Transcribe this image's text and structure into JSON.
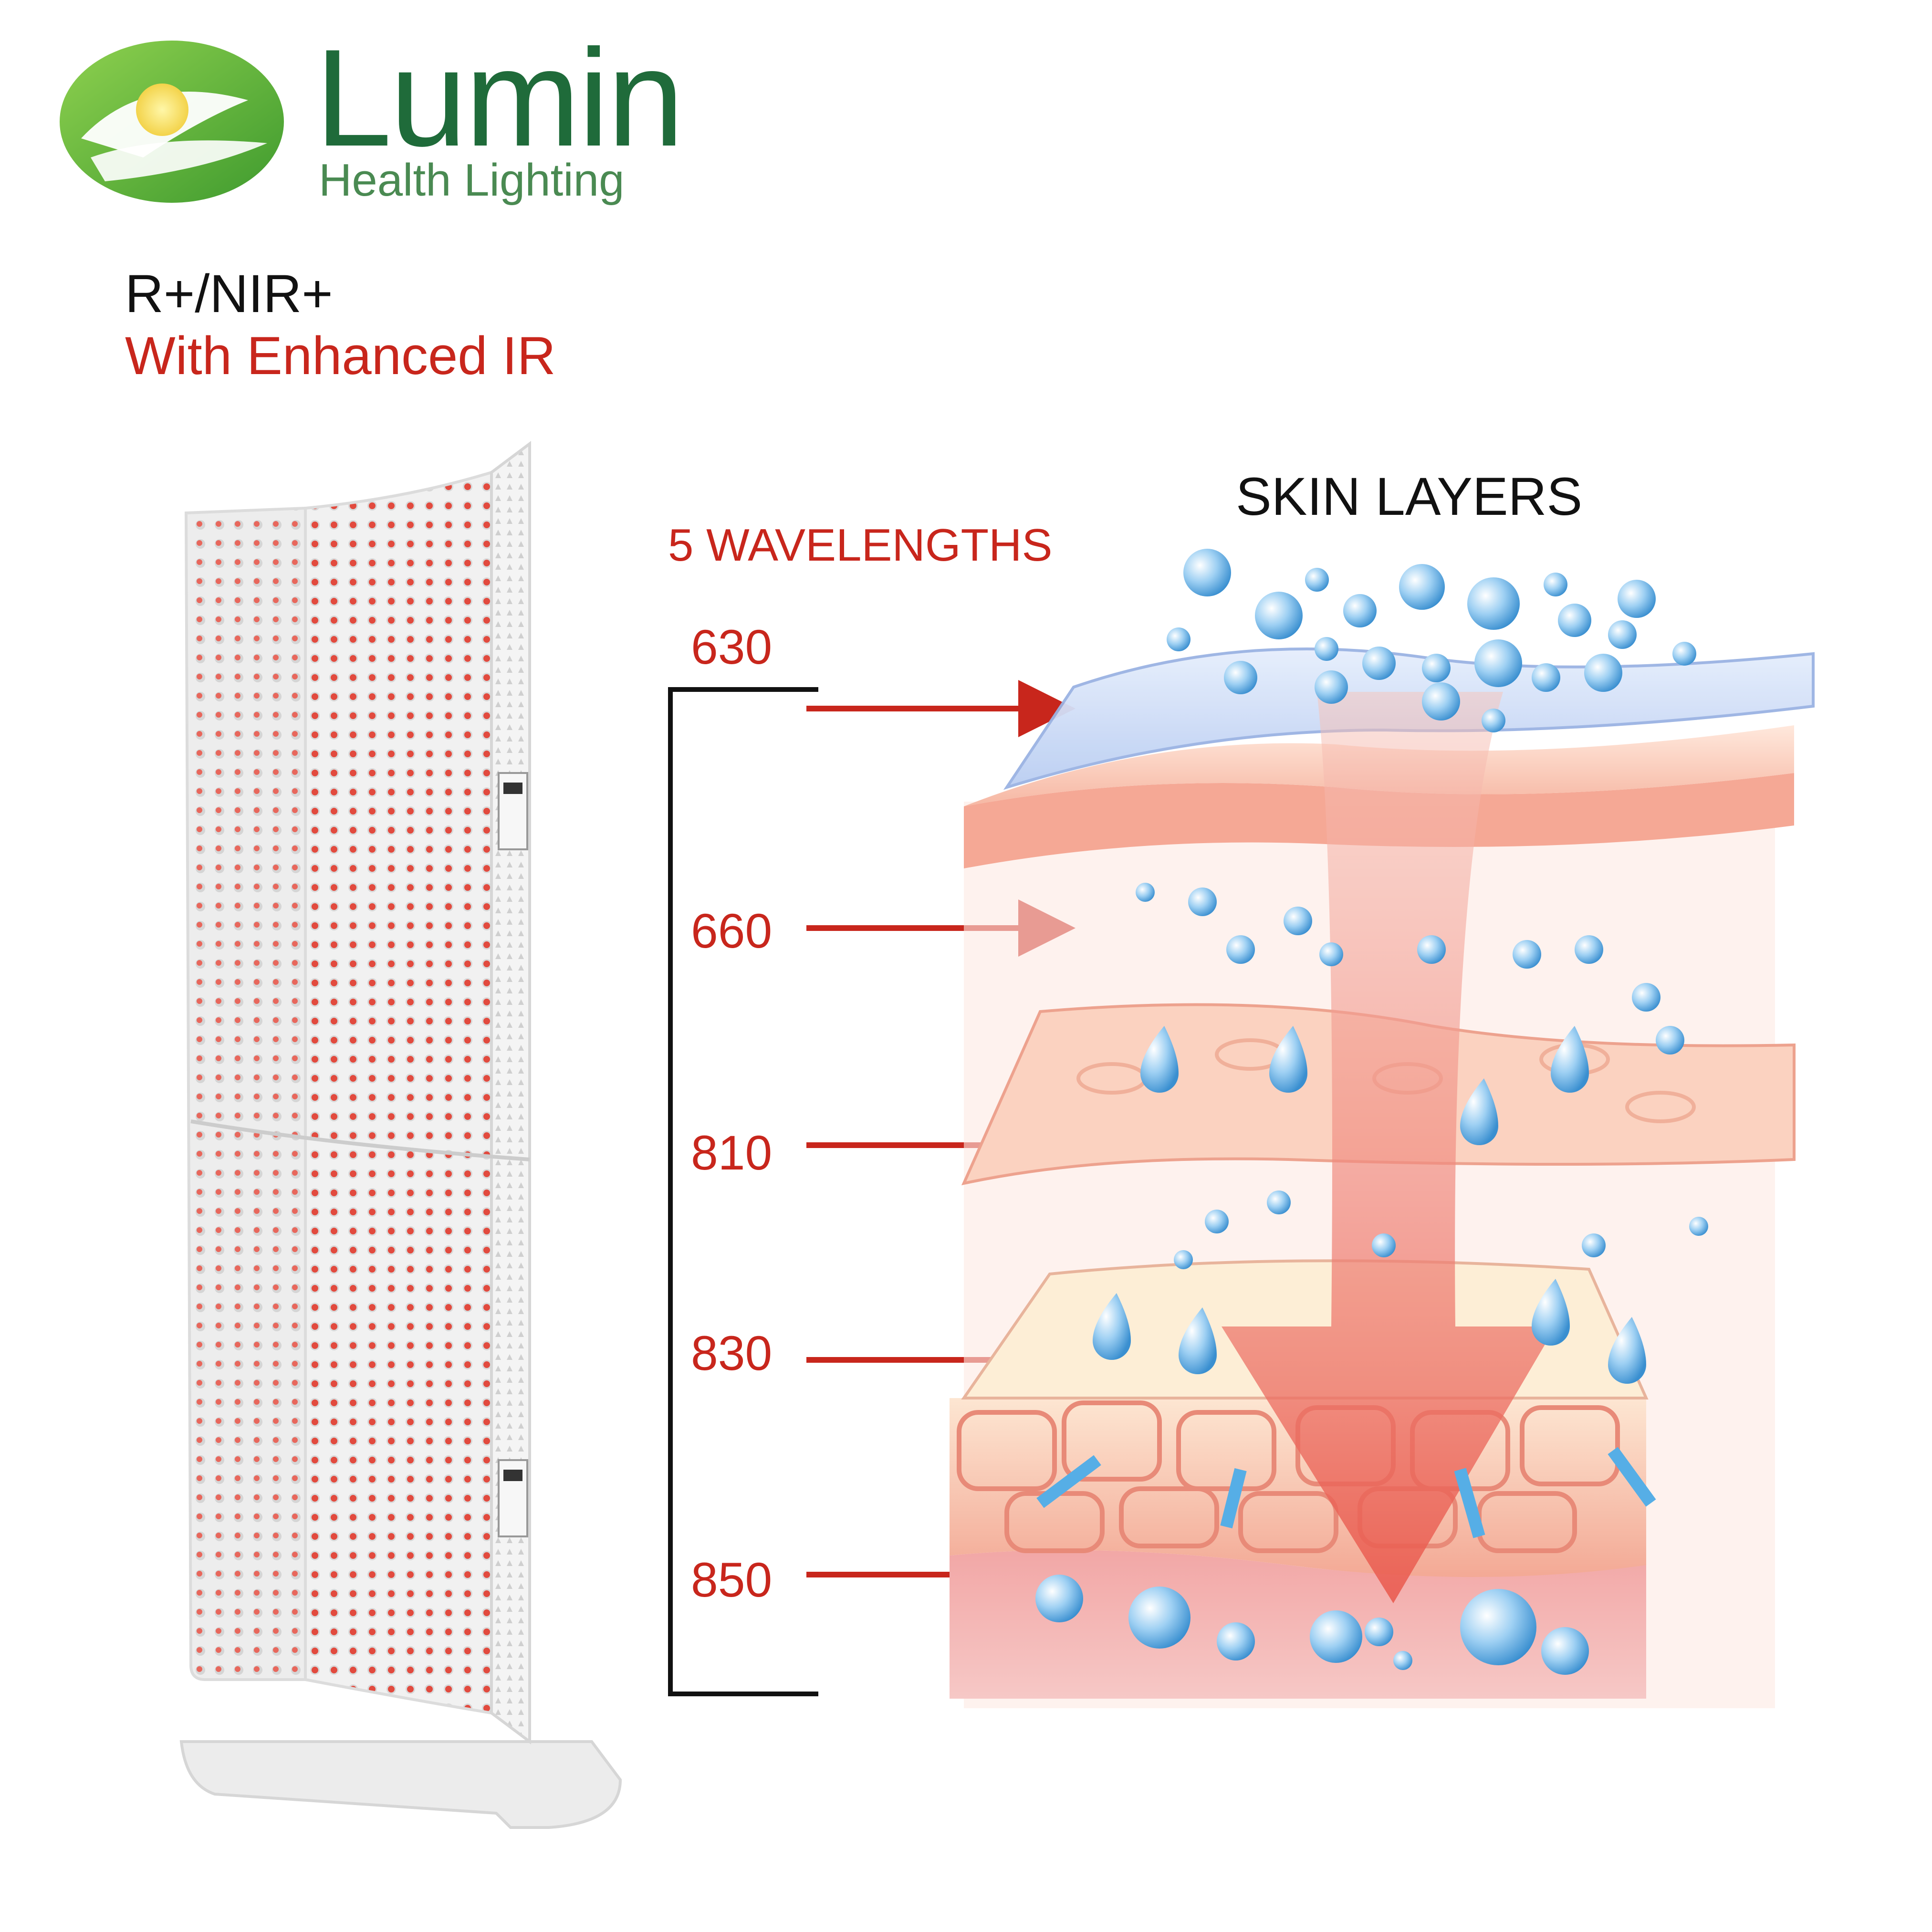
{
  "brand": {
    "name": "Lumin",
    "tagline": "Health Lighting"
  },
  "product": {
    "line1": "R+/NIR+",
    "line2": "With Enhanced IR"
  },
  "diagram": {
    "title": "SKIN LAYERS",
    "wavelengths_title": "5 WAVELENGTHS",
    "wavelengths": [
      "630",
      "660",
      "810",
      "830",
      "850"
    ]
  },
  "colors": {
    "brand_green": "#1f6b3a",
    "accent_red": "#c8261c",
    "arrow_red": "#c8261c",
    "bubble_blue": "#5aa8e0"
  }
}
